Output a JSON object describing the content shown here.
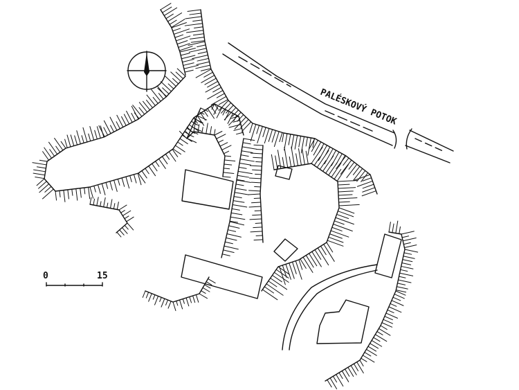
{
  "map": {
    "stream_label": "PALÉSKOVÝ POTOK",
    "scale_bar": {
      "start_label": "0",
      "end_label": "15"
    },
    "north_arrow": "north-arrow-icon",
    "ink_color": "#111111",
    "paper_color": "#ffffff"
  }
}
